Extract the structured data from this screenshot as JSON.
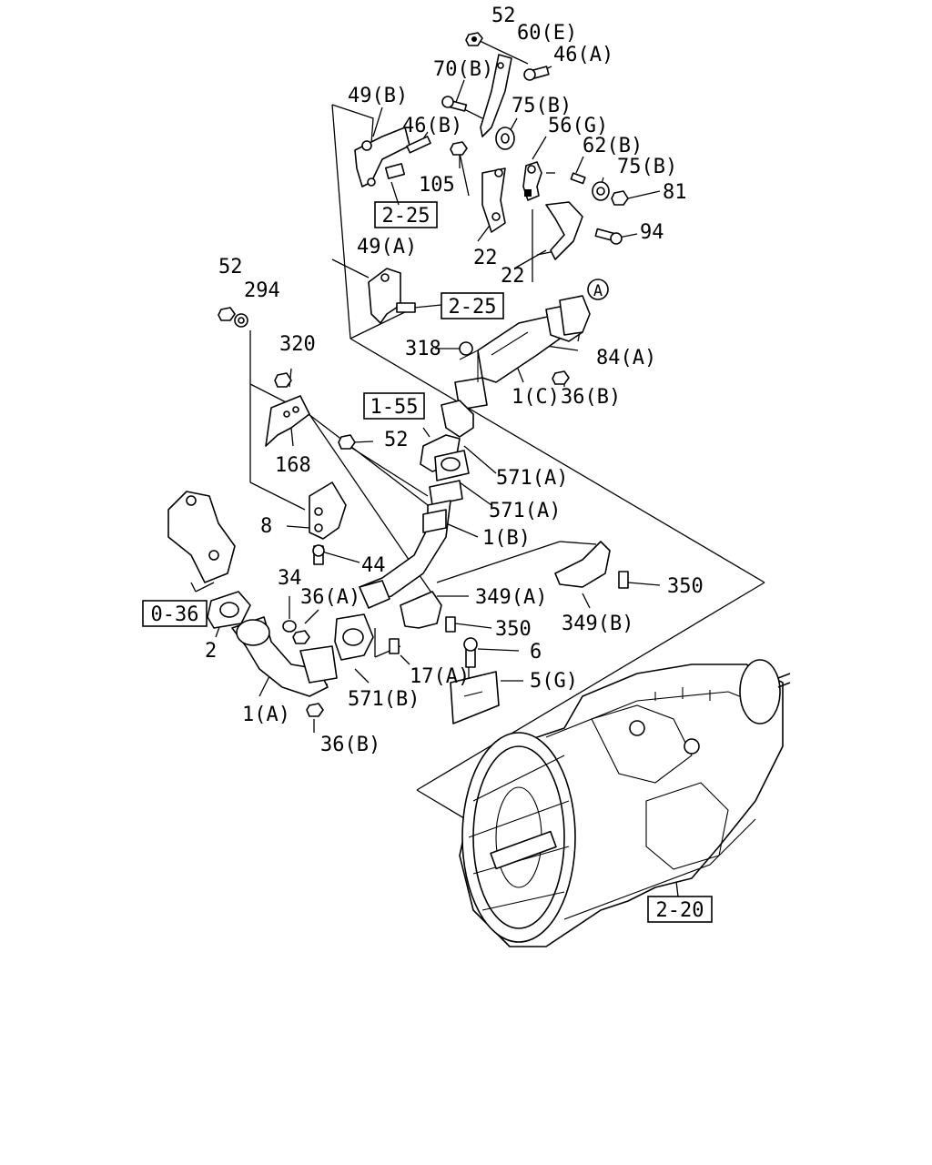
{
  "callouts": [
    {
      "id": "c1",
      "text": "52"
    },
    {
      "id": "c2",
      "text": "60(E)"
    },
    {
      "id": "c3",
      "text": "70(B)"
    },
    {
      "id": "c4",
      "text": "46(A)"
    },
    {
      "id": "c5",
      "text": "49(B)"
    },
    {
      "id": "c6",
      "text": "75(B)"
    },
    {
      "id": "c7",
      "text": "46(B)"
    },
    {
      "id": "c8",
      "text": "56(G)"
    },
    {
      "id": "c9",
      "text": "62(B)"
    },
    {
      "id": "c10",
      "text": "105"
    },
    {
      "id": "c11",
      "text": "75(B)"
    },
    {
      "id": "c12",
      "text": "81"
    },
    {
      "id": "c13",
      "text": "94"
    },
    {
      "id": "c14",
      "text": "22"
    },
    {
      "id": "c15",
      "text": "22"
    },
    {
      "id": "c16",
      "text": "49(A)"
    },
    {
      "id": "c17",
      "text": "52"
    },
    {
      "id": "c18",
      "text": "294"
    },
    {
      "id": "c19",
      "text": "320"
    },
    {
      "id": "c20",
      "text": "318"
    },
    {
      "id": "c21",
      "text": "84(A)"
    },
    {
      "id": "c22",
      "text": "1(C)"
    },
    {
      "id": "c23",
      "text": "36(B)"
    },
    {
      "id": "c24",
      "text": "52"
    },
    {
      "id": "c25",
      "text": "168"
    },
    {
      "id": "c26",
      "text": "571(A)"
    },
    {
      "id": "c27",
      "text": "571(A)"
    },
    {
      "id": "c28",
      "text": "8"
    },
    {
      "id": "c29",
      "text": "1(B)"
    },
    {
      "id": "c30",
      "text": "44"
    },
    {
      "id": "c31",
      "text": "350"
    },
    {
      "id": "c32",
      "text": "34"
    },
    {
      "id": "c33",
      "text": "36(A)"
    },
    {
      "id": "c34",
      "text": "349(A)"
    },
    {
      "id": "c35",
      "text": "350"
    },
    {
      "id": "c36",
      "text": "349(B)"
    },
    {
      "id": "c37",
      "text": "2"
    },
    {
      "id": "c38",
      "text": "6"
    },
    {
      "id": "c39",
      "text": "17(A)"
    },
    {
      "id": "c40",
      "text": "5(G)"
    },
    {
      "id": "c41",
      "text": "571(B)"
    },
    {
      "id": "c42",
      "text": "1(A)"
    },
    {
      "id": "c43",
      "text": "36(B)"
    }
  ],
  "references": [
    {
      "id": "r1",
      "text": "2-25"
    },
    {
      "id": "r2",
      "text": "2-25"
    },
    {
      "id": "r3",
      "text": "1-55"
    },
    {
      "id": "r4",
      "text": "0-36"
    },
    {
      "id": "r5",
      "text": "2-20"
    }
  ],
  "marker": {
    "text": "A"
  }
}
